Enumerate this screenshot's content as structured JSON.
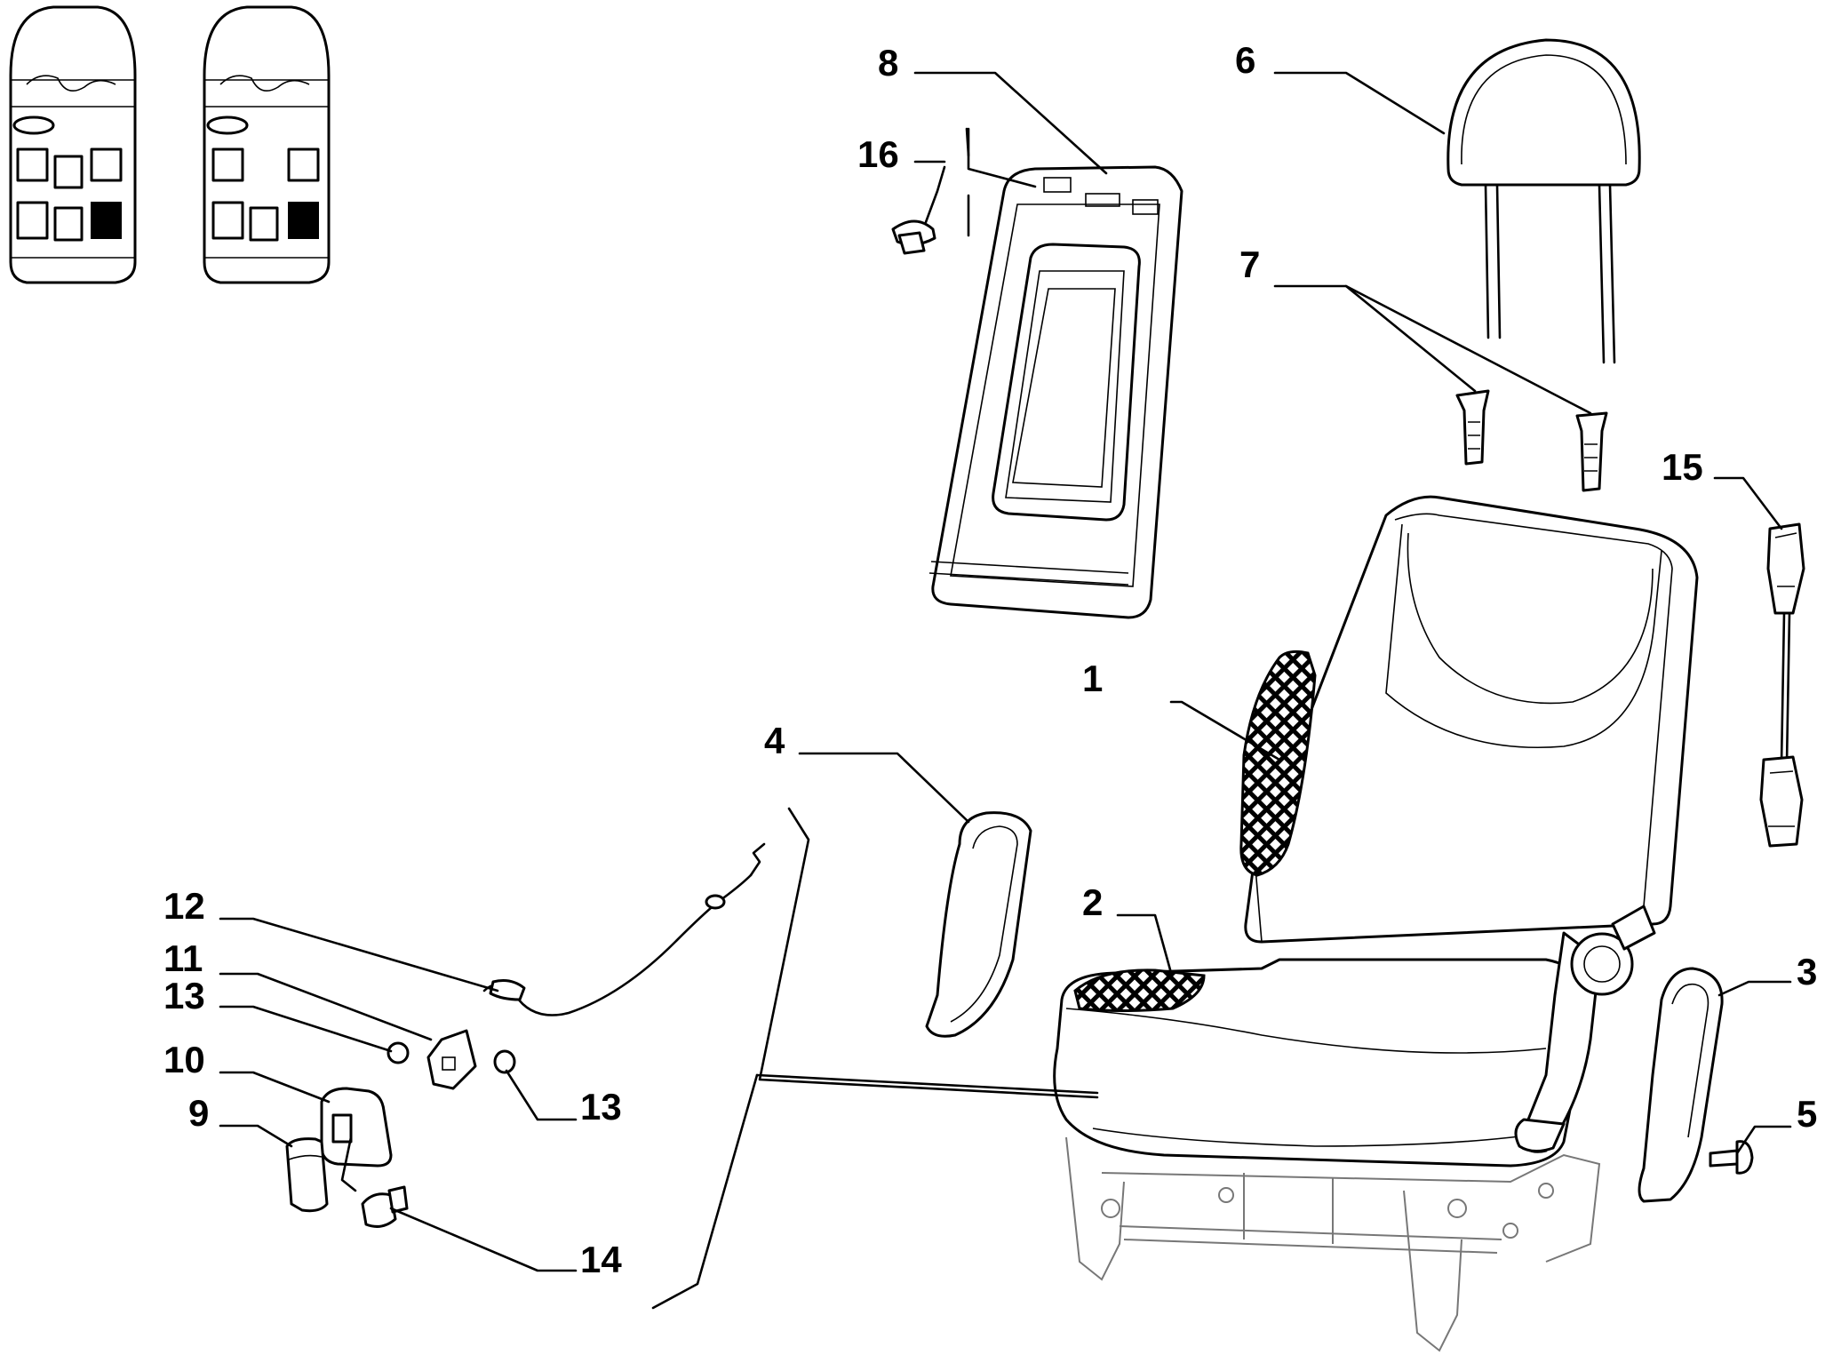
{
  "callouts": {
    "n1": "1",
    "n2": "2",
    "n3": "3",
    "n4": "4",
    "n5": "5",
    "n6": "6",
    "n7": "7",
    "n8": "8",
    "n9": "9",
    "n10": "10",
    "n11": "11",
    "n12": "12",
    "n13a": "13",
    "n13b": "13",
    "n14": "14",
    "n15": "15",
    "n16": "16"
  },
  "legend": {
    "left_diagram": {
      "filled_cell": "bottom-right"
    },
    "right_diagram": {
      "filled_cell": "bottom-right"
    }
  },
  "colors": {
    "line": "#000000",
    "background": "#ffffff",
    "ghost_frame": "#777777"
  }
}
